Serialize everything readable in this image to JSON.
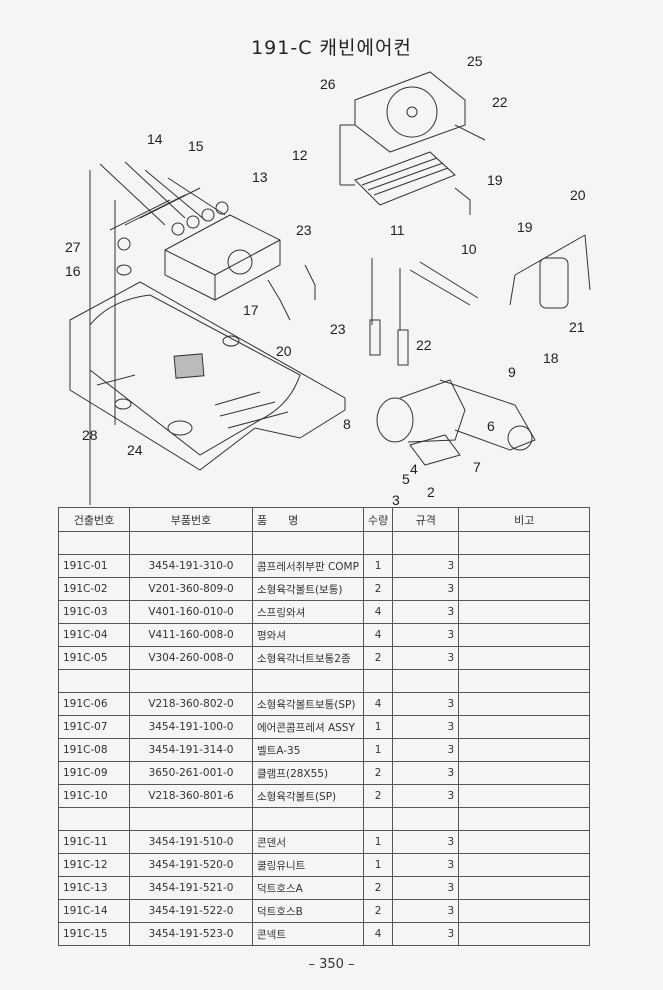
{
  "page": {
    "title": "191-C 캐빈에어컨",
    "page_number": "– 350 –"
  },
  "diagram": {
    "callouts": [
      "2",
      "3",
      "4",
      "5",
      "6",
      "7",
      "8",
      "9",
      "10",
      "11",
      "12",
      "13",
      "14",
      "15",
      "16",
      "17",
      "18",
      "19",
      "19",
      "20",
      "20",
      "21",
      "22",
      "22",
      "23",
      "23",
      "24",
      "25",
      "26",
      "27",
      "28"
    ]
  },
  "table": {
    "headers": [
      "건출번호",
      "부품번호",
      "품      명",
      "수량",
      "규격",
      "비고"
    ],
    "rows": [
      {
        "ref": "",
        "part_no": "",
        "name": "",
        "qty": "",
        "spec": "",
        "note": ""
      },
      {
        "ref": "191C-01",
        "part_no": "3454-191-310-0",
        "name": "콤프레서취부판 COMP",
        "qty": "1",
        "spec": "3",
        "note": ""
      },
      {
        "ref": "191C-02",
        "part_no": "V201-360-809-0",
        "name": "소형육각볼트(보통)",
        "qty": "2",
        "spec": "3",
        "note": ""
      },
      {
        "ref": "191C-03",
        "part_no": "V401-160-010-0",
        "name": "스프링와셔",
        "qty": "4",
        "spec": "3",
        "note": ""
      },
      {
        "ref": "191C-04",
        "part_no": "V411-160-008-0",
        "name": "평와셔",
        "qty": "4",
        "spec": "3",
        "note": ""
      },
      {
        "ref": "191C-05",
        "part_no": "V304-260-008-0",
        "name": "소형육각너트보통2종",
        "qty": "2",
        "spec": "3",
        "note": ""
      },
      {
        "ref": "",
        "part_no": "",
        "name": "",
        "qty": "",
        "spec": "",
        "note": ""
      },
      {
        "ref": "191C-06",
        "part_no": "V218-360-802-0",
        "name": "소형육각볼트보통(SP)",
        "qty": "4",
        "spec": "3",
        "note": ""
      },
      {
        "ref": "191C-07",
        "part_no": "3454-191-100-0",
        "name": "에어콘콤프레셔 ASSY",
        "qty": "1",
        "spec": "3",
        "note": ""
      },
      {
        "ref": "191C-08",
        "part_no": "3454-191-314-0",
        "name": "벨트A-35",
        "qty": "1",
        "spec": "3",
        "note": ""
      },
      {
        "ref": "191C-09",
        "part_no": "3650-261-001-0",
        "name": "클램프(28X55)",
        "qty": "2",
        "spec": "3",
        "note": ""
      },
      {
        "ref": "191C-10",
        "part_no": "V218-360-801-6",
        "name": "소형육각볼트(SP)",
        "qty": "2",
        "spec": "3",
        "note": ""
      },
      {
        "ref": "",
        "part_no": "",
        "name": "",
        "qty": "",
        "spec": "",
        "note": ""
      },
      {
        "ref": "191C-11",
        "part_no": "3454-191-510-0",
        "name": "콘덴서",
        "qty": "1",
        "spec": "3",
        "note": ""
      },
      {
        "ref": "191C-12",
        "part_no": "3454-191-520-0",
        "name": "쿨링유니트",
        "qty": "1",
        "spec": "3",
        "note": ""
      },
      {
        "ref": "191C-13",
        "part_no": "3454-191-521-0",
        "name": "덕트호스A",
        "qty": "2",
        "spec": "3",
        "note": ""
      },
      {
        "ref": "191C-14",
        "part_no": "3454-191-522-0",
        "name": "덕트호스B",
        "qty": "2",
        "spec": "3",
        "note": ""
      },
      {
        "ref": "191C-15",
        "part_no": "3454-191-523-0",
        "name": "콘넥트",
        "qty": "4",
        "spec": "3",
        "note": ""
      }
    ]
  }
}
